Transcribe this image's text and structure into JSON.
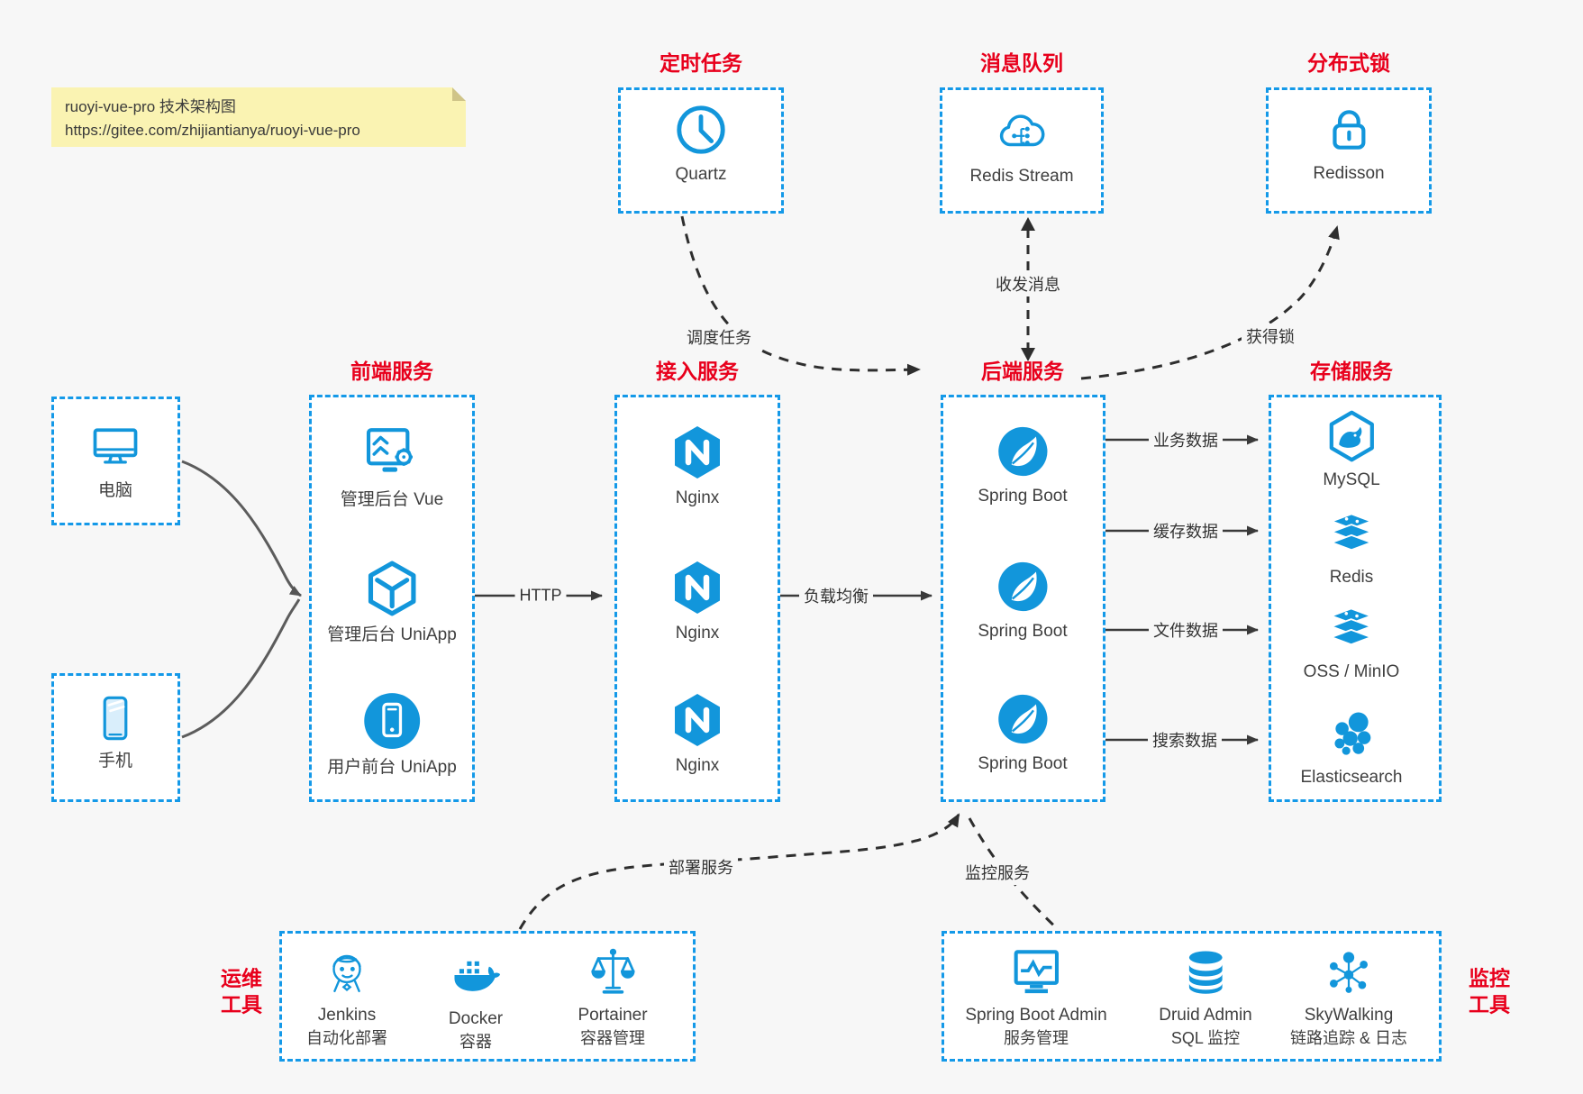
{
  "note": {
    "line1": "ruoyi-vue-pro 技术架构图",
    "line2": "https://gitee.com/zhijiantianya/ruoyi-vue-pro"
  },
  "colors": {
    "accent_blue": "#1296db",
    "border_blue": "#1499e8",
    "title_red": "#e8001c",
    "arrow_dark": "#3a3a3a",
    "note_bg": "#faf3b2",
    "page_bg": "#f7f7f7"
  },
  "top_groups": [
    {
      "title": "定时任务",
      "items": [
        {
          "icon": "clock-icon",
          "label": "Quartz"
        }
      ]
    },
    {
      "title": "消息队列",
      "items": [
        {
          "icon": "cloud-message-icon",
          "label": "Redis Stream"
        }
      ]
    },
    {
      "title": "分布式锁",
      "items": [
        {
          "icon": "lock-icon",
          "label": "Redisson"
        }
      ]
    }
  ],
  "clients": [
    {
      "icon": "computer-icon",
      "label": "电脑"
    },
    {
      "icon": "smartphone-icon",
      "label": "手机"
    }
  ],
  "columns": [
    {
      "title": "前端服务",
      "items": [
        {
          "icon": "admin-vue-icon",
          "label": "管理后台 Vue"
        },
        {
          "icon": "uniapp-cube-icon",
          "label": "管理后台 UniApp"
        },
        {
          "icon": "user-app-icon",
          "label": "用户前台 UniApp"
        }
      ]
    },
    {
      "title": "接入服务",
      "items": [
        {
          "icon": "nginx-icon",
          "label": "Nginx"
        },
        {
          "icon": "nginx-icon",
          "label": "Nginx"
        },
        {
          "icon": "nginx-icon",
          "label": "Nginx"
        }
      ]
    },
    {
      "title": "后端服务",
      "items": [
        {
          "icon": "spring-boot-icon",
          "label": "Spring Boot"
        },
        {
          "icon": "spring-boot-icon",
          "label": "Spring Boot"
        },
        {
          "icon": "spring-boot-icon",
          "label": "Spring Boot"
        }
      ]
    },
    {
      "title": "存储服务",
      "items": [
        {
          "icon": "mysql-icon",
          "label": "MySQL"
        },
        {
          "icon": "redis-icon",
          "label": "Redis"
        },
        {
          "icon": "oss-minio-icon",
          "label": "OSS / MinIO"
        },
        {
          "icon": "elasticsearch-icon",
          "label": "Elasticsearch"
        }
      ]
    }
  ],
  "bottom_groups": [
    {
      "title_lines": [
        "运维",
        "工具"
      ],
      "items": [
        {
          "icon": "jenkins-icon",
          "label": "Jenkins",
          "sublabel": "自动化部署"
        },
        {
          "icon": "docker-icon",
          "label": "Docker",
          "sublabel": "容器"
        },
        {
          "icon": "portainer-icon",
          "label": "Portainer",
          "sublabel": "容器管理"
        }
      ]
    },
    {
      "title_lines": [
        "监控",
        "工具"
      ],
      "items": [
        {
          "icon": "spring-boot-admin-icon",
          "label": "Spring Boot Admin",
          "sublabel": "服务管理"
        },
        {
          "icon": "druid-icon",
          "label": "Druid Admin",
          "sublabel": "SQL 监控"
        },
        {
          "icon": "skywalking-icon",
          "label": "SkyWalking",
          "sublabel": "链路追踪 & 日志"
        }
      ]
    }
  ],
  "edges": {
    "http": "HTTP",
    "load_balance": "负载均衡",
    "schedule": "调度任务",
    "message": "收发消息",
    "lock": "获得锁",
    "business_data": "业务数据",
    "cache_data": "缓存数据",
    "file_data": "文件数据",
    "search_data": "搜索数据",
    "deploy": "部署服务",
    "monitor": "监控服务"
  }
}
